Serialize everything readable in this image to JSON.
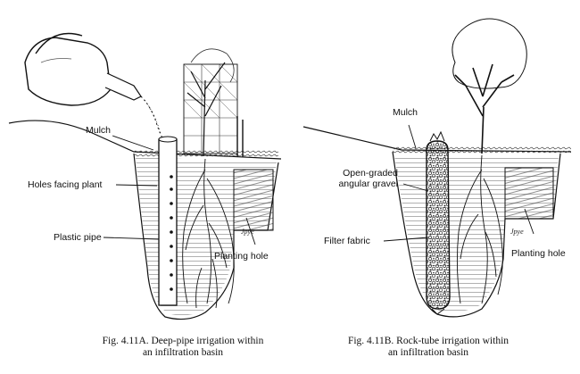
{
  "panel_a": {
    "labels": {
      "mulch": "Mulch",
      "holes": "Holes facing plant",
      "pipe": "Plastic pipe",
      "planting_hole": "Planting hole"
    },
    "caption": {
      "line1": "Fig. 4.11A. Deep-pipe irrigation within",
      "line2": "an infiltration basin"
    }
  },
  "panel_b": {
    "labels": {
      "mulch": "Mulch",
      "gravel_line1": "Open-graded",
      "gravel_line2": "angular gravel",
      "filter": "Filter fabric",
      "planting_hole": "Planting hole"
    },
    "caption": {
      "line1": "Fig. 4.11B. Rock-tube irrigation within",
      "line2": "an infiltration basin"
    }
  },
  "signature": "Jpye"
}
